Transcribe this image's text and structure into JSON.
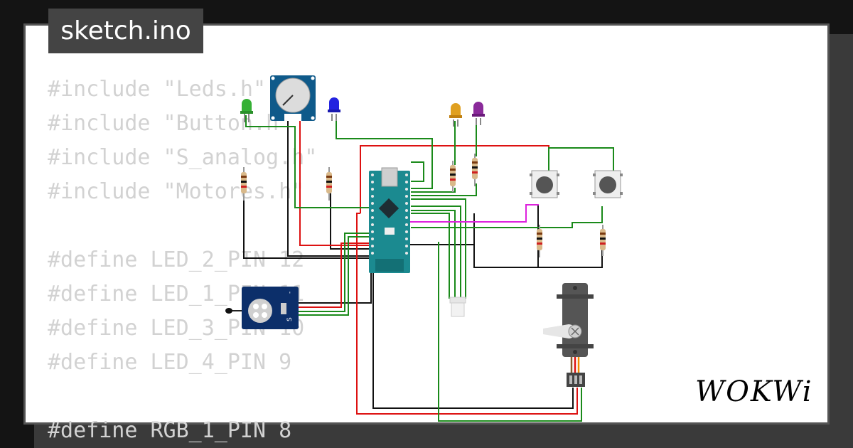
{
  "file_tab": {
    "label": "sketch.ino"
  },
  "code": {
    "lines": [
      "#include \"Leds.h\"",
      "#include \"Button.h\"",
      "#include \"S_analog.h\"",
      "#include \"Motores.h\"",
      "",
      "#define LED_2_PIN 12",
      "#define LED_1_PIN 11",
      "#define LED_3_PIN 10",
      "#define LED_4_PIN 9",
      "",
      "#define RGB_1_PIN 8"
    ]
  },
  "logo": {
    "text": "WOKWi"
  },
  "components": {
    "leds": [
      {
        "color": "green",
        "hex": "#35b035"
      },
      {
        "color": "blue",
        "hex": "#2323e0"
      },
      {
        "color": "yellow",
        "hex": "#e0a020"
      },
      {
        "color": "purple",
        "hex": "#8a2a9a"
      }
    ],
    "rgb_led": {
      "hex": "#eeeeee"
    },
    "board": "arduino-nano",
    "potentiometer": "rotary-potentiometer",
    "sensor_module": {
      "pin_labels": [
        "S",
        "-"
      ]
    },
    "pushbuttons": 2,
    "servo": "servo-motor",
    "resistors": 6
  },
  "colors": {
    "background": "#141414",
    "paper": "#ffffff",
    "code_text": "#d2d2d2",
    "tab_bg": "#444444",
    "wire_green": "#1a8a1a",
    "wire_red": "#dd1111",
    "wire_black": "#111111",
    "wire_magenta": "#dd22dd",
    "board_teal": "#1b8a90"
  }
}
